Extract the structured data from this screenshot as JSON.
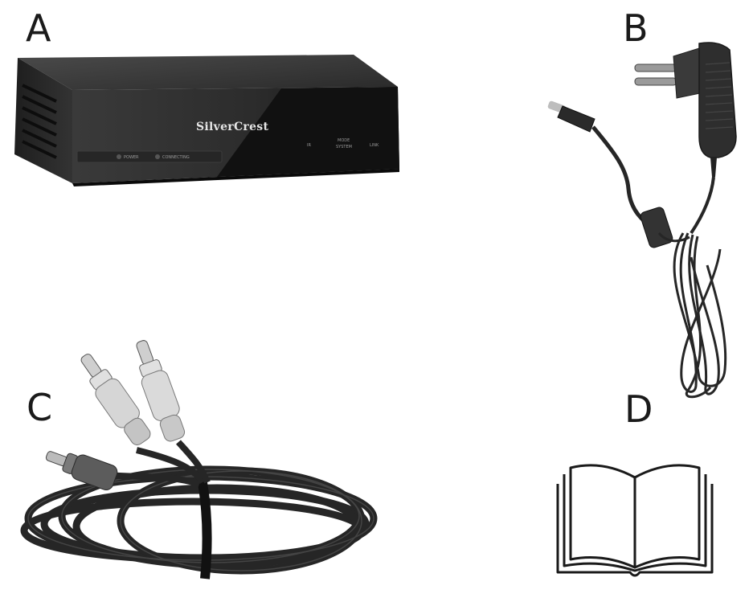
{
  "labels": {
    "a": "A",
    "b": "B",
    "c": "C",
    "d": "D"
  },
  "device": {
    "brand": "SilverCrest"
  },
  "colors": {
    "device_body": "#2b2b2b",
    "device_front": "#1c1c1c",
    "cable": "#262626",
    "plug_white": "#d9d9d9",
    "plug_red": "#5c5c5c",
    "line": "#1a1a1a"
  },
  "icons": {
    "receiver": "media-receiver-icon",
    "adapter": "power-adapter-icon",
    "cable": "rca-cable-icon",
    "manual": "open-book-icon"
  }
}
